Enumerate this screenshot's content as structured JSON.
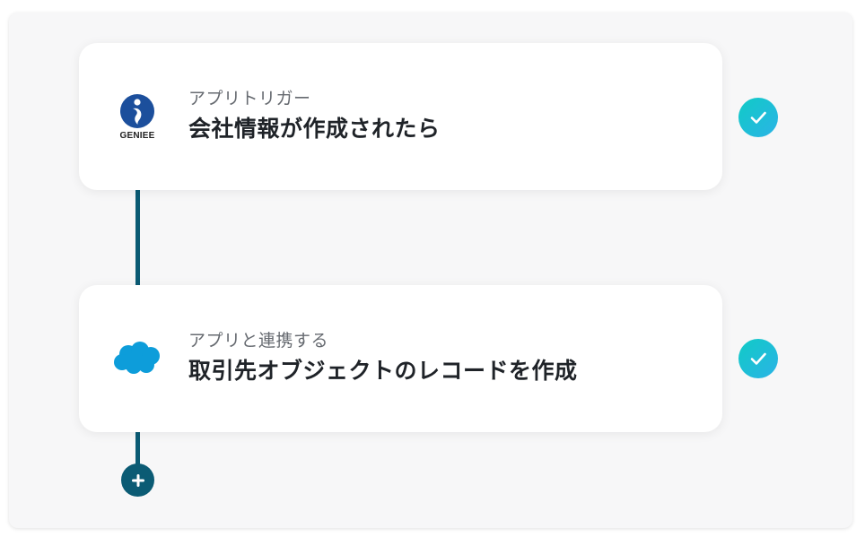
{
  "steps": [
    {
      "app": "GENIEE",
      "icon": "geniee-logo-icon",
      "type_label": "アプリトリガー",
      "title": "会社情報が作成されたら",
      "status": "completed"
    },
    {
      "app": "Salesforce",
      "icon": "salesforce-cloud-icon",
      "type_label": "アプリと連携する",
      "title": "取引先オブジェクトのレコードを作成",
      "status": "completed"
    }
  ],
  "add_step": {
    "icon": "plus-icon"
  },
  "colors": {
    "connector": "#0b5b74",
    "check_gradient_start": "#10cbc6",
    "check_gradient_end": "#2bb3e6",
    "geniee_blue": "#1c4f9c",
    "salesforce_blue": "#0d9dda"
  }
}
